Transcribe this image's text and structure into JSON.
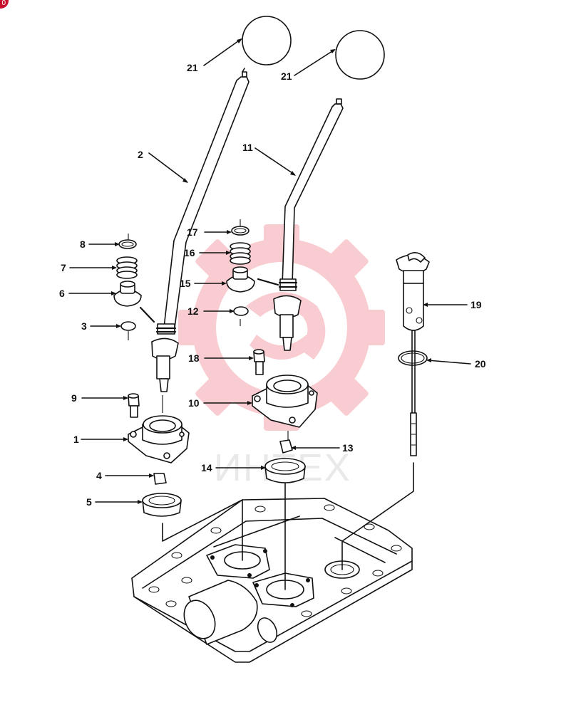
{
  "corner_badge": "0",
  "watermark": {
    "text": "ИНТЕХ",
    "color": "#f3b9bf"
  },
  "callouts": [
    "1",
    "2",
    "3",
    "4",
    "5",
    "6",
    "7",
    "8",
    "9",
    "10",
    "11",
    "12",
    "13",
    "14",
    "15",
    "16",
    "17",
    "18",
    "19",
    "20",
    "21",
    "21"
  ]
}
